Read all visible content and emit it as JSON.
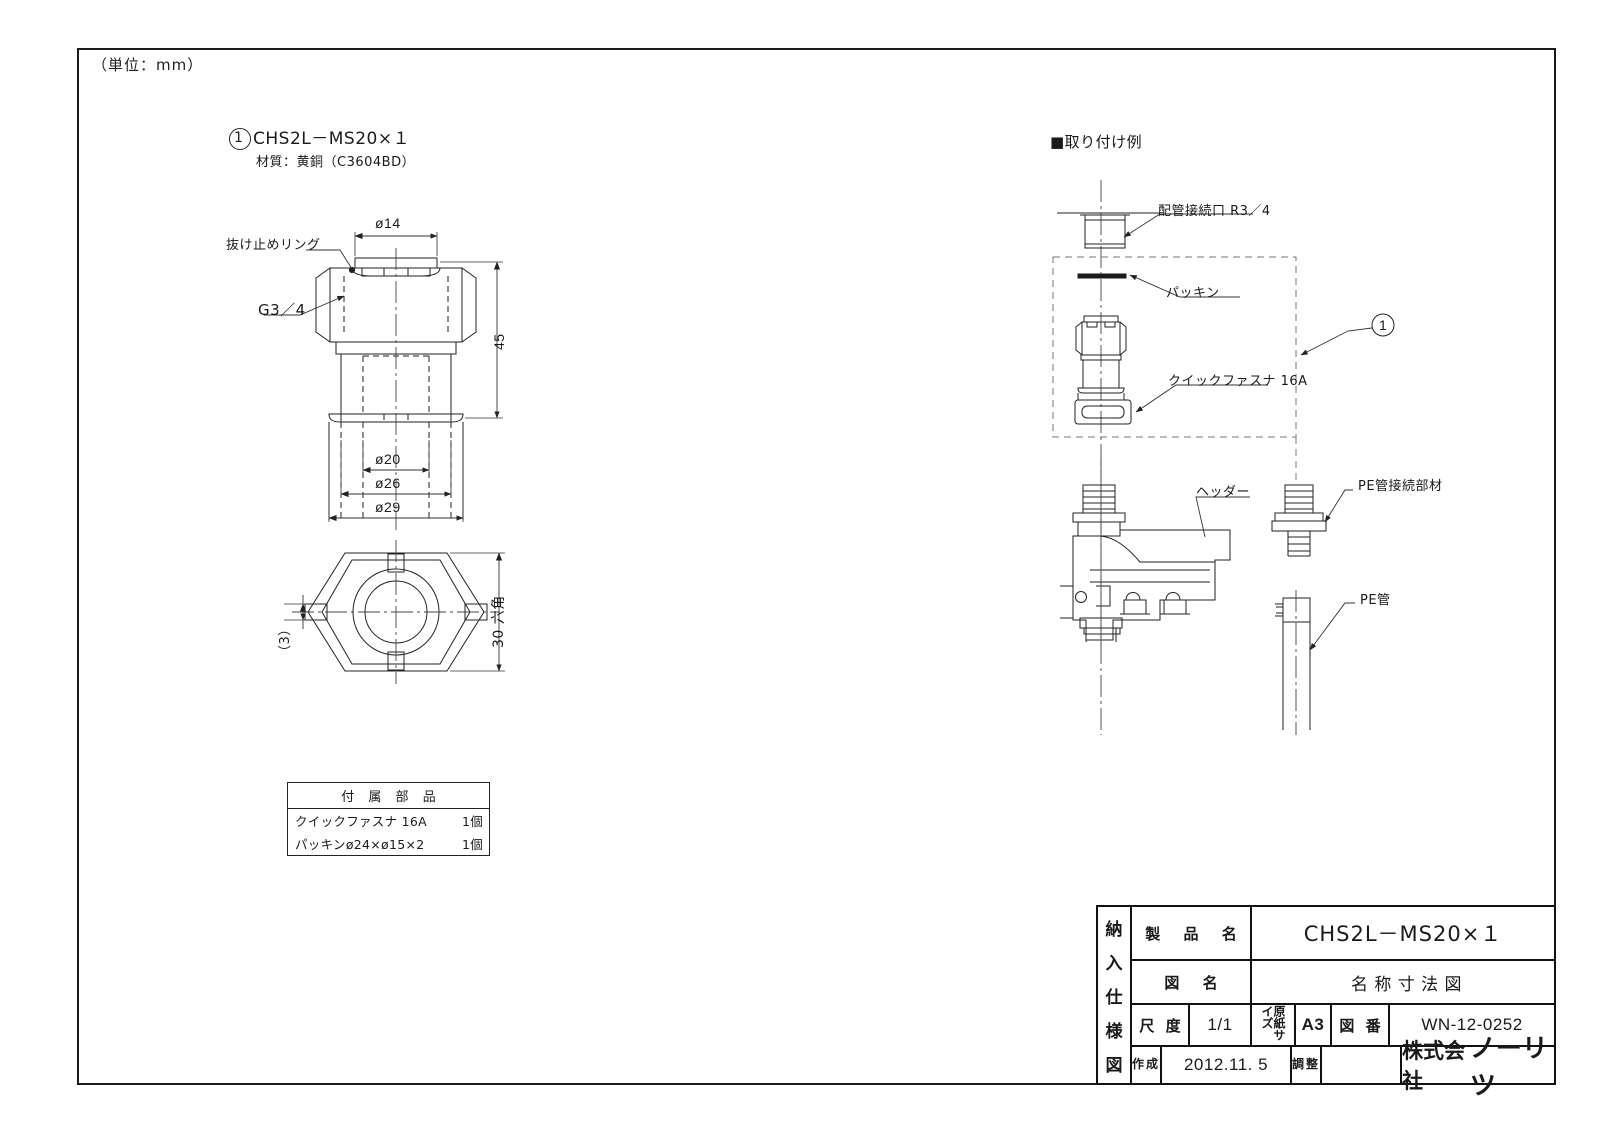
{
  "sheet": {
    "unit_note": "（単位：mm）"
  },
  "part_view": {
    "callout_number": "1",
    "title": "CHS2L－MS20×１",
    "material": "材質：黄銅（C3604BD）",
    "labels": {
      "retaining_ring": "抜け止めリング",
      "thread": "G3／4"
    },
    "dimensions": {
      "d14": "ø14",
      "height45": "45",
      "d20": "ø20",
      "d26": "ø26",
      "d29": "ø29"
    }
  },
  "hex_view": {
    "across_flats": "30 六角",
    "thickness": "（3）"
  },
  "parts_table": {
    "header": "付 属 部 品",
    "rows": [
      {
        "name": "クイックファスナ 16A",
        "qty": "1個"
      },
      {
        "name": "パッキンø24×ø15×2",
        "qty": "1個"
      }
    ]
  },
  "install_example": {
    "heading": "■取り付け例",
    "callout_number": "1",
    "labels": {
      "pipe_connection": "配管接続口 R3／4",
      "packing": "パッキン",
      "quick_fastener": "クイックファスナ 16A",
      "header": "ヘッダー",
      "pe_joint": "PE管接続部材",
      "pe_pipe": "PE管"
    }
  },
  "title_block": {
    "side_label": "納入仕様図",
    "side_chars": [
      "納",
      "入",
      "仕",
      "様",
      "図"
    ],
    "rows": {
      "product_name_label": "製 品 名",
      "product_name_value": "CHS2L－MS20×１",
      "drawing_name_label": "図 名",
      "drawing_name_value": "名 称 寸 法 図",
      "scale_label": "尺 度",
      "scale_value": "1/1",
      "paper_size_label": "原紙サイズ",
      "paper_size_value": "A3",
      "drawing_no_label": "図 番",
      "drawing_no_value": "WN-12-0252",
      "created_label": "作成",
      "created_value": "2012.11. 5",
      "adjusted_label": "調整",
      "adjusted_value": "",
      "company": "株式会社ノーリツ",
      "company_prefix": "株式会社",
      "company_name": "ノーリツ"
    }
  },
  "colors": {
    "line": "#1b1b1b",
    "thin": "#555555",
    "text": "#1a1a1a"
  }
}
